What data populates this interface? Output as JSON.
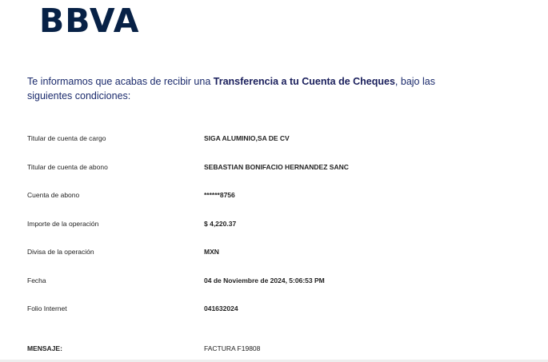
{
  "logo": "BBVA",
  "intro": {
    "before": "Te informamos que acabas de recibir una ",
    "bold": "Transferencia a tu Cuenta de Cheques",
    "after": ", bajo las siguientes condiciones:"
  },
  "rows": [
    {
      "label": "Titular de cuenta de cargo",
      "value": "SIGA ALUMINIO,SA DE CV"
    },
    {
      "label": "Titular de cuenta de abono",
      "value": "SEBASTIAN BONIFACIO HERNANDEZ SANC"
    },
    {
      "label": "Cuenta de abono",
      "value": "******8756"
    },
    {
      "label": "Importe de la operación",
      "value": "$ 4,220.37"
    },
    {
      "label": "Divisa de la operación",
      "value": "MXN"
    },
    {
      "label": "Fecha",
      "value": "04 de Noviembre de 2024, 5:06:53 PM"
    },
    {
      "label": "Folio Internet",
      "value": "041632024"
    }
  ],
  "message": {
    "label": "MENSAJE:",
    "value": "FACTURA F19808"
  }
}
